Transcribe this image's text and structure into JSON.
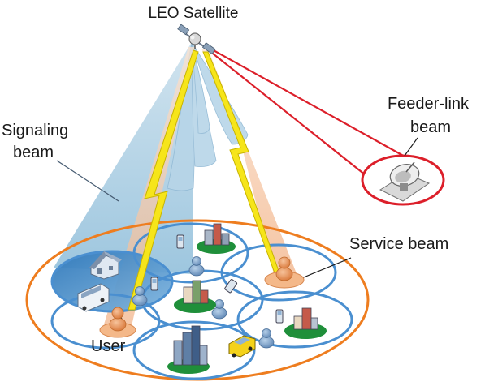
{
  "labels": {
    "satellite": "LEO Satellite",
    "signaling_line1": "Signaling",
    "signaling_line2": "beam",
    "feeder_line1": "Feeder-link",
    "feeder_line2": "beam",
    "service": "Service beam",
    "user": "User"
  },
  "colors": {
    "coverage_ellipse": "#ee7d1f",
    "service_beam_ring": "#4a8fd0",
    "signaling_beam_fill": "#9ec6df",
    "signaling_footprint": "#3d83c2",
    "service_beam_fill": "#b3d3e6",
    "user_beam_fill": "#f6c7a3",
    "feeder_link": "#dc1f2a",
    "lightning": "#f6e51a",
    "ground_green": "#1f8f3a"
  },
  "icons": [
    "satellite-icon",
    "dish-antenna-icon",
    "house-icon",
    "bus-icon",
    "person-icon",
    "mobile-phone-icon",
    "building-cluster-icon",
    "taxi-icon"
  ]
}
